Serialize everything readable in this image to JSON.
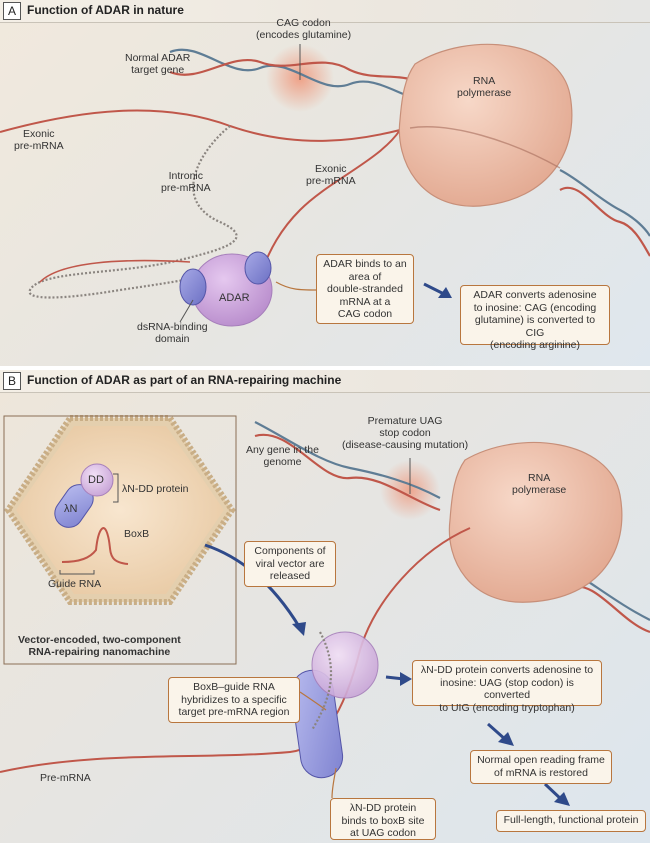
{
  "panelA": {
    "letter": "A",
    "title": "Function of ADAR in nature",
    "labels": {
      "cag_codon": [
        "CAG codon",
        "(encodes glutamine)"
      ],
      "normal_gene": [
        "Normal ADAR",
        "target gene"
      ],
      "rna_polymerase": [
        "RNA",
        "polymerase"
      ],
      "exonic_left": [
        "Exonic",
        "pre-mRNA"
      ],
      "intronic": [
        "Intronic",
        "pre-mRNA"
      ],
      "exonic_right": [
        "Exonic",
        "pre-mRNA"
      ],
      "adar": "ADAR",
      "dsrna_domain": [
        "dsRNA-binding",
        "domain"
      ]
    },
    "boxes": {
      "binds": [
        "ADAR binds to an",
        "area of",
        "double-stranded",
        "mRNA at a",
        "CAG codon"
      ],
      "converts": [
        "ADAR converts adenosine",
        "to inosine: CAG (encoding",
        "glutamine) is converted to CIG",
        "(encoding arginine)"
      ]
    }
  },
  "panelB": {
    "letter": "B",
    "title": "Function of ADAR as part of an RNA-repairing machine",
    "labels": {
      "premature": [
        "Premature UAG",
        "stop codon",
        "(disease-causing mutation)"
      ],
      "any_gene": [
        "Any gene in the",
        "genome"
      ],
      "rna_polymerase": [
        "RNA",
        "polymerase"
      ],
      "dd": "DD",
      "lambda_n": "λN",
      "lambda_dd_protein": "λN-DD protein",
      "boxb": "BoxB",
      "guide_rna": "Guide RNA",
      "vector_caption": [
        "Vector-encoded, two-component",
        "RNA-repairing nanomachine"
      ],
      "pre_mrna": "Pre-mRNA"
    },
    "boxes": {
      "components": [
        "Components of",
        "viral vector are",
        "released"
      ],
      "hybridizes": [
        "BoxB–guide RNA",
        "hybridizes to a specific",
        "target pre-mRNA region"
      ],
      "converts": [
        "λN-DD protein converts adenosine to",
        "inosine: UAG (stop codon) is converted",
        "to UIG (encoding tryptophan)"
      ],
      "orf": [
        "Normal open reading frame",
        "of mRNA is restored"
      ],
      "binds_boxb": [
        "λN-DD protein",
        "binds to boxB site",
        "at UAG codon"
      ],
      "full_length": [
        "Full-length, functional protein"
      ]
    }
  }
}
